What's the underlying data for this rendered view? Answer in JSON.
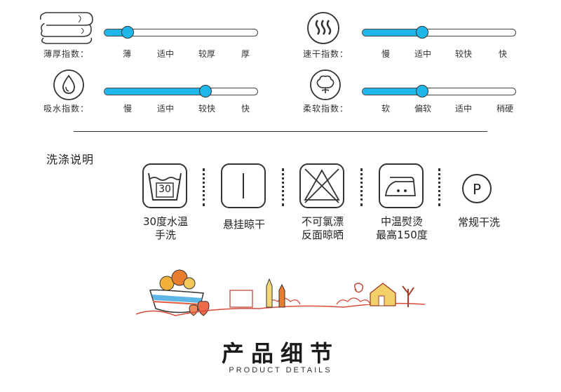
{
  "metrics": [
    {
      "icon": "fabric-layers-icon",
      "label": "薄厚指数：",
      "ticks": [
        "薄",
        "适中",
        "较厚",
        "厚"
      ],
      "level": 0.15,
      "tick_x": [
        181,
        236,
        295,
        350
      ]
    },
    {
      "icon": "steam-icon",
      "label": "速干指数：",
      "ticks": [
        "慢",
        "适中",
        "较快",
        "快"
      ],
      "level": 0.39,
      "tick_x": [
        550,
        603,
        661,
        717
      ]
    },
    {
      "icon": "water-drop-icon",
      "label": "吸水指数：",
      "ticks": [
        "慢",
        "适中",
        "较快",
        "快"
      ],
      "level": 0.66,
      "tick_x": [
        182,
        236,
        295,
        350
      ]
    },
    {
      "icon": "cotton-icon",
      "label": "柔软指数：",
      "ticks": [
        "软",
        "偏软",
        "适中",
        "稍硬"
      ],
      "level": 0.39,
      "tick_x": [
        550,
        603,
        661,
        720
      ]
    }
  ],
  "washing": {
    "title": "洗涤说明",
    "items": [
      {
        "icon": "wash-30-icon",
        "badge": "30",
        "lines": [
          "30度水温",
          "手洗"
        ]
      },
      {
        "icon": "hang-dry-icon",
        "lines": [
          "悬挂晾干"
        ]
      },
      {
        "icon": "no-bleach-icon",
        "lines": [
          "不可氯漂",
          "反面晾晒"
        ]
      },
      {
        "icon": "iron-medium-icon",
        "lines": [
          "中温熨烫",
          "最高150度"
        ]
      },
      {
        "icon": "dry-clean-p-icon",
        "badge": "P",
        "lines": [
          "常规干洗"
        ]
      }
    ]
  },
  "section": {
    "title": "产品细节",
    "subtitle": "PRODUCT DETAILS"
  },
  "colors": {
    "accent": "#1fb7ea",
    "line": "#333333"
  }
}
